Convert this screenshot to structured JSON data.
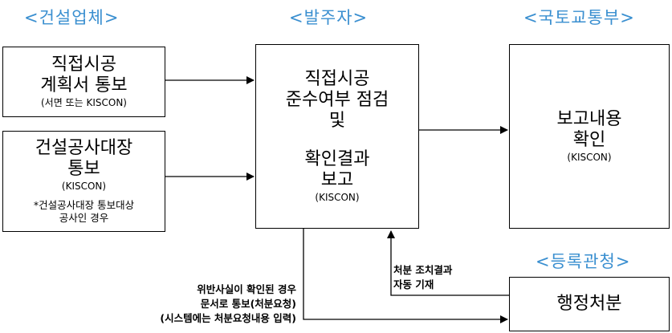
{
  "headers": {
    "contractor": "<건설업체>",
    "client": "<발주자>",
    "ministry": "<국토교통부>",
    "registrar": "<등록관청>"
  },
  "boxes": {
    "plan_notice": {
      "line1": "직접시공",
      "line2": "계획서 통보",
      "sub": "(서면 또는 KISCON)"
    },
    "ledger_notice": {
      "line1": "건설공사대장",
      "line2": "통보",
      "sub": "(KISCON)",
      "note1": "*건설공사대장 통보대상",
      "note2": "공사인 경우"
    },
    "client_check": {
      "line1": "직접시공",
      "line2": "준수여부 점검",
      "line3": "및",
      "line4": "확인결과",
      "line5": "보고",
      "sub": "(KISCON)"
    },
    "ministry_check": {
      "line1": "보고내용",
      "line2": "확인",
      "sub": "(KISCON)"
    },
    "admin_action": {
      "line1": "행정처분"
    }
  },
  "labels": {
    "violation": [
      "위반사실이 확인된 경우",
      "문서로 통보(처분요청)",
      "(시스템에는 처분요청내용 입력)"
    ],
    "action_result": [
      "처분 조치결과",
      "자동 기재"
    ]
  }
}
